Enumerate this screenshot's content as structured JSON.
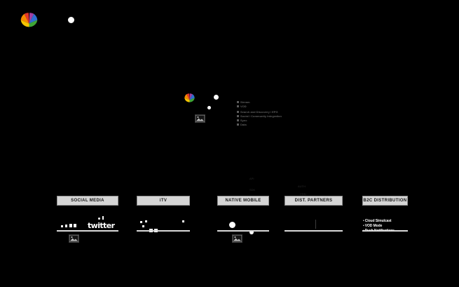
{
  "slide": {
    "background_color": "#000000",
    "brand_logo": "nbc-peacock-logo"
  },
  "peacock_colors": [
    "#f5c400",
    "#f58a00",
    "#e2372a",
    "#a33fa0",
    "#2f6fd0",
    "#3fa535"
  ],
  "header": {
    "logo_name": "nbc-peacock-logo",
    "status_dot": "white-circle-indicator"
  },
  "center": {
    "logo_name": "nbc-peacock-logo-small",
    "image_placeholder": "broken-image-placeholder",
    "dots": [
      "white-circle-large",
      "white-circle-small"
    ],
    "legend": {
      "items": [
        "Stream",
        "VOD",
        "Search and Discovery / EPG",
        "Social / Community Integration",
        "Sync",
        "Data"
      ]
    }
  },
  "connectors": {
    "marks": [
      "API",
      "SDK",
      "AUTH",
      "CDN"
    ]
  },
  "columns": [
    {
      "id": "social-media",
      "label": "SOCIAL MEDIA",
      "content": {
        "wordmark": "twitter",
        "glyphs": [
          "facebook-icon",
          "tumblr-icon",
          "pinterest-icon"
        ],
        "image_placeholder": "broken-image-placeholder"
      }
    },
    {
      "id": "itv",
      "label": "iTV",
      "content": {
        "glyphs": [
          "app-icon-1",
          "app-icon-2",
          "app-icon-3",
          "app-icon-4",
          "app-icon-5"
        ],
        "image_placeholder": "broken-image-placeholder"
      }
    },
    {
      "id": "native-mobile",
      "label": "NATIVE MOBILE",
      "content": {
        "glyphs": [
          "white-circle-large",
          "white-circle-small"
        ],
        "image_placeholder": "broken-image-placeholder"
      }
    },
    {
      "id": "dist-partners",
      "label": "DIST. PARTNERS",
      "content": {
        "divider": "vertical-divider"
      }
    },
    {
      "id": "b2c-distribution",
      "label": "B2C DISTRIBUTION",
      "content": {
        "bullets": [
          "Cloud Simulcast",
          "VOD Mode",
          "Push Notifications"
        ]
      }
    }
  ]
}
